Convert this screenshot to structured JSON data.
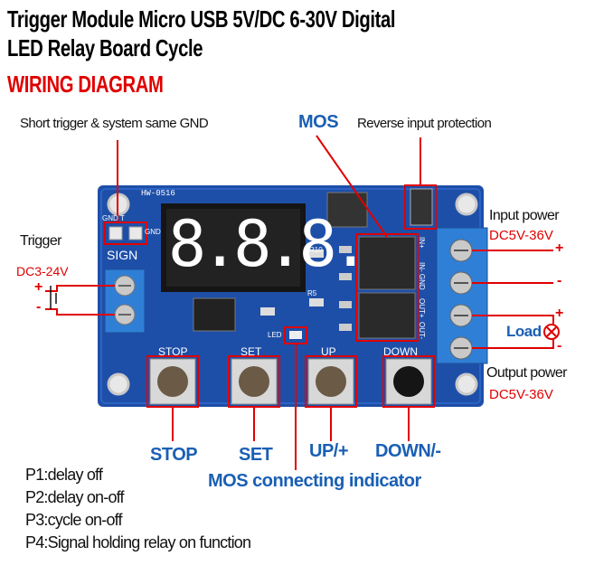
{
  "title": {
    "line1": "Trigger Module Micro USB 5V/DC 6-30V Digital",
    "line2": "LED Relay Board Cycle",
    "line3": "WIRING DIAGRAM"
  },
  "annotations": {
    "short_trigger": "Short trigger & system same GND",
    "mos": "MOS",
    "reverse_protection": "Reverse input protection",
    "trigger": "Trigger",
    "trigger_voltage": "DC3-24V",
    "input_power": "Input power",
    "input_voltage": "DC5V-36V",
    "load": "Load",
    "output_power": "Output power",
    "output_voltage": "DC5V-36V",
    "plus": "+",
    "minus": "-"
  },
  "board": {
    "model": "HW-0516",
    "display": "8.8.8.",
    "sign": "SIGN",
    "gnd": "GND",
    "gnd_t": "GND T",
    "buttons": [
      "STOP",
      "SET",
      "UP",
      "DOWN"
    ],
    "led": "LED",
    "r10": "R10",
    "r5": "R5",
    "terminal_right": [
      "IN+",
      "IN- GND",
      "OUT+",
      "OUT-"
    ]
  },
  "button_labels": {
    "stop": "STOP",
    "set": "SET",
    "up": "UP/+",
    "down": "DOWN/-",
    "mos_indicator": "MOS connecting indicator"
  },
  "modes": [
    "P1:delay off",
    "P2:delay on-off",
    "P3:cycle on-off",
    "P4:Signal holding relay on function"
  ],
  "colors": {
    "board": "#1e4fa8",
    "annotation_red": "#e00000",
    "label_blue": "#1a5fb4",
    "terminal_blue": "#2f7fd6"
  }
}
